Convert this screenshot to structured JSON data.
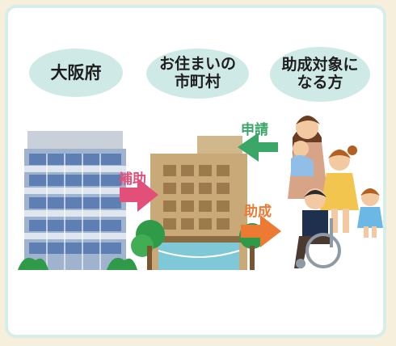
{
  "labels": {
    "osaka_pref": "大阪府",
    "municipality": "お住まいの\n市町村",
    "recipient": "助成対象に\nなる方"
  },
  "arrows": {
    "apply": "申請",
    "subsidy": "補助",
    "grant": "助成"
  },
  "colors": {
    "card_border": "#d6edea",
    "label_bg": "#cfeae6",
    "apply_arrow": "#3aa768",
    "subsidy_arrow": "#e2507a",
    "grant_arrow": "#ec7a32"
  }
}
